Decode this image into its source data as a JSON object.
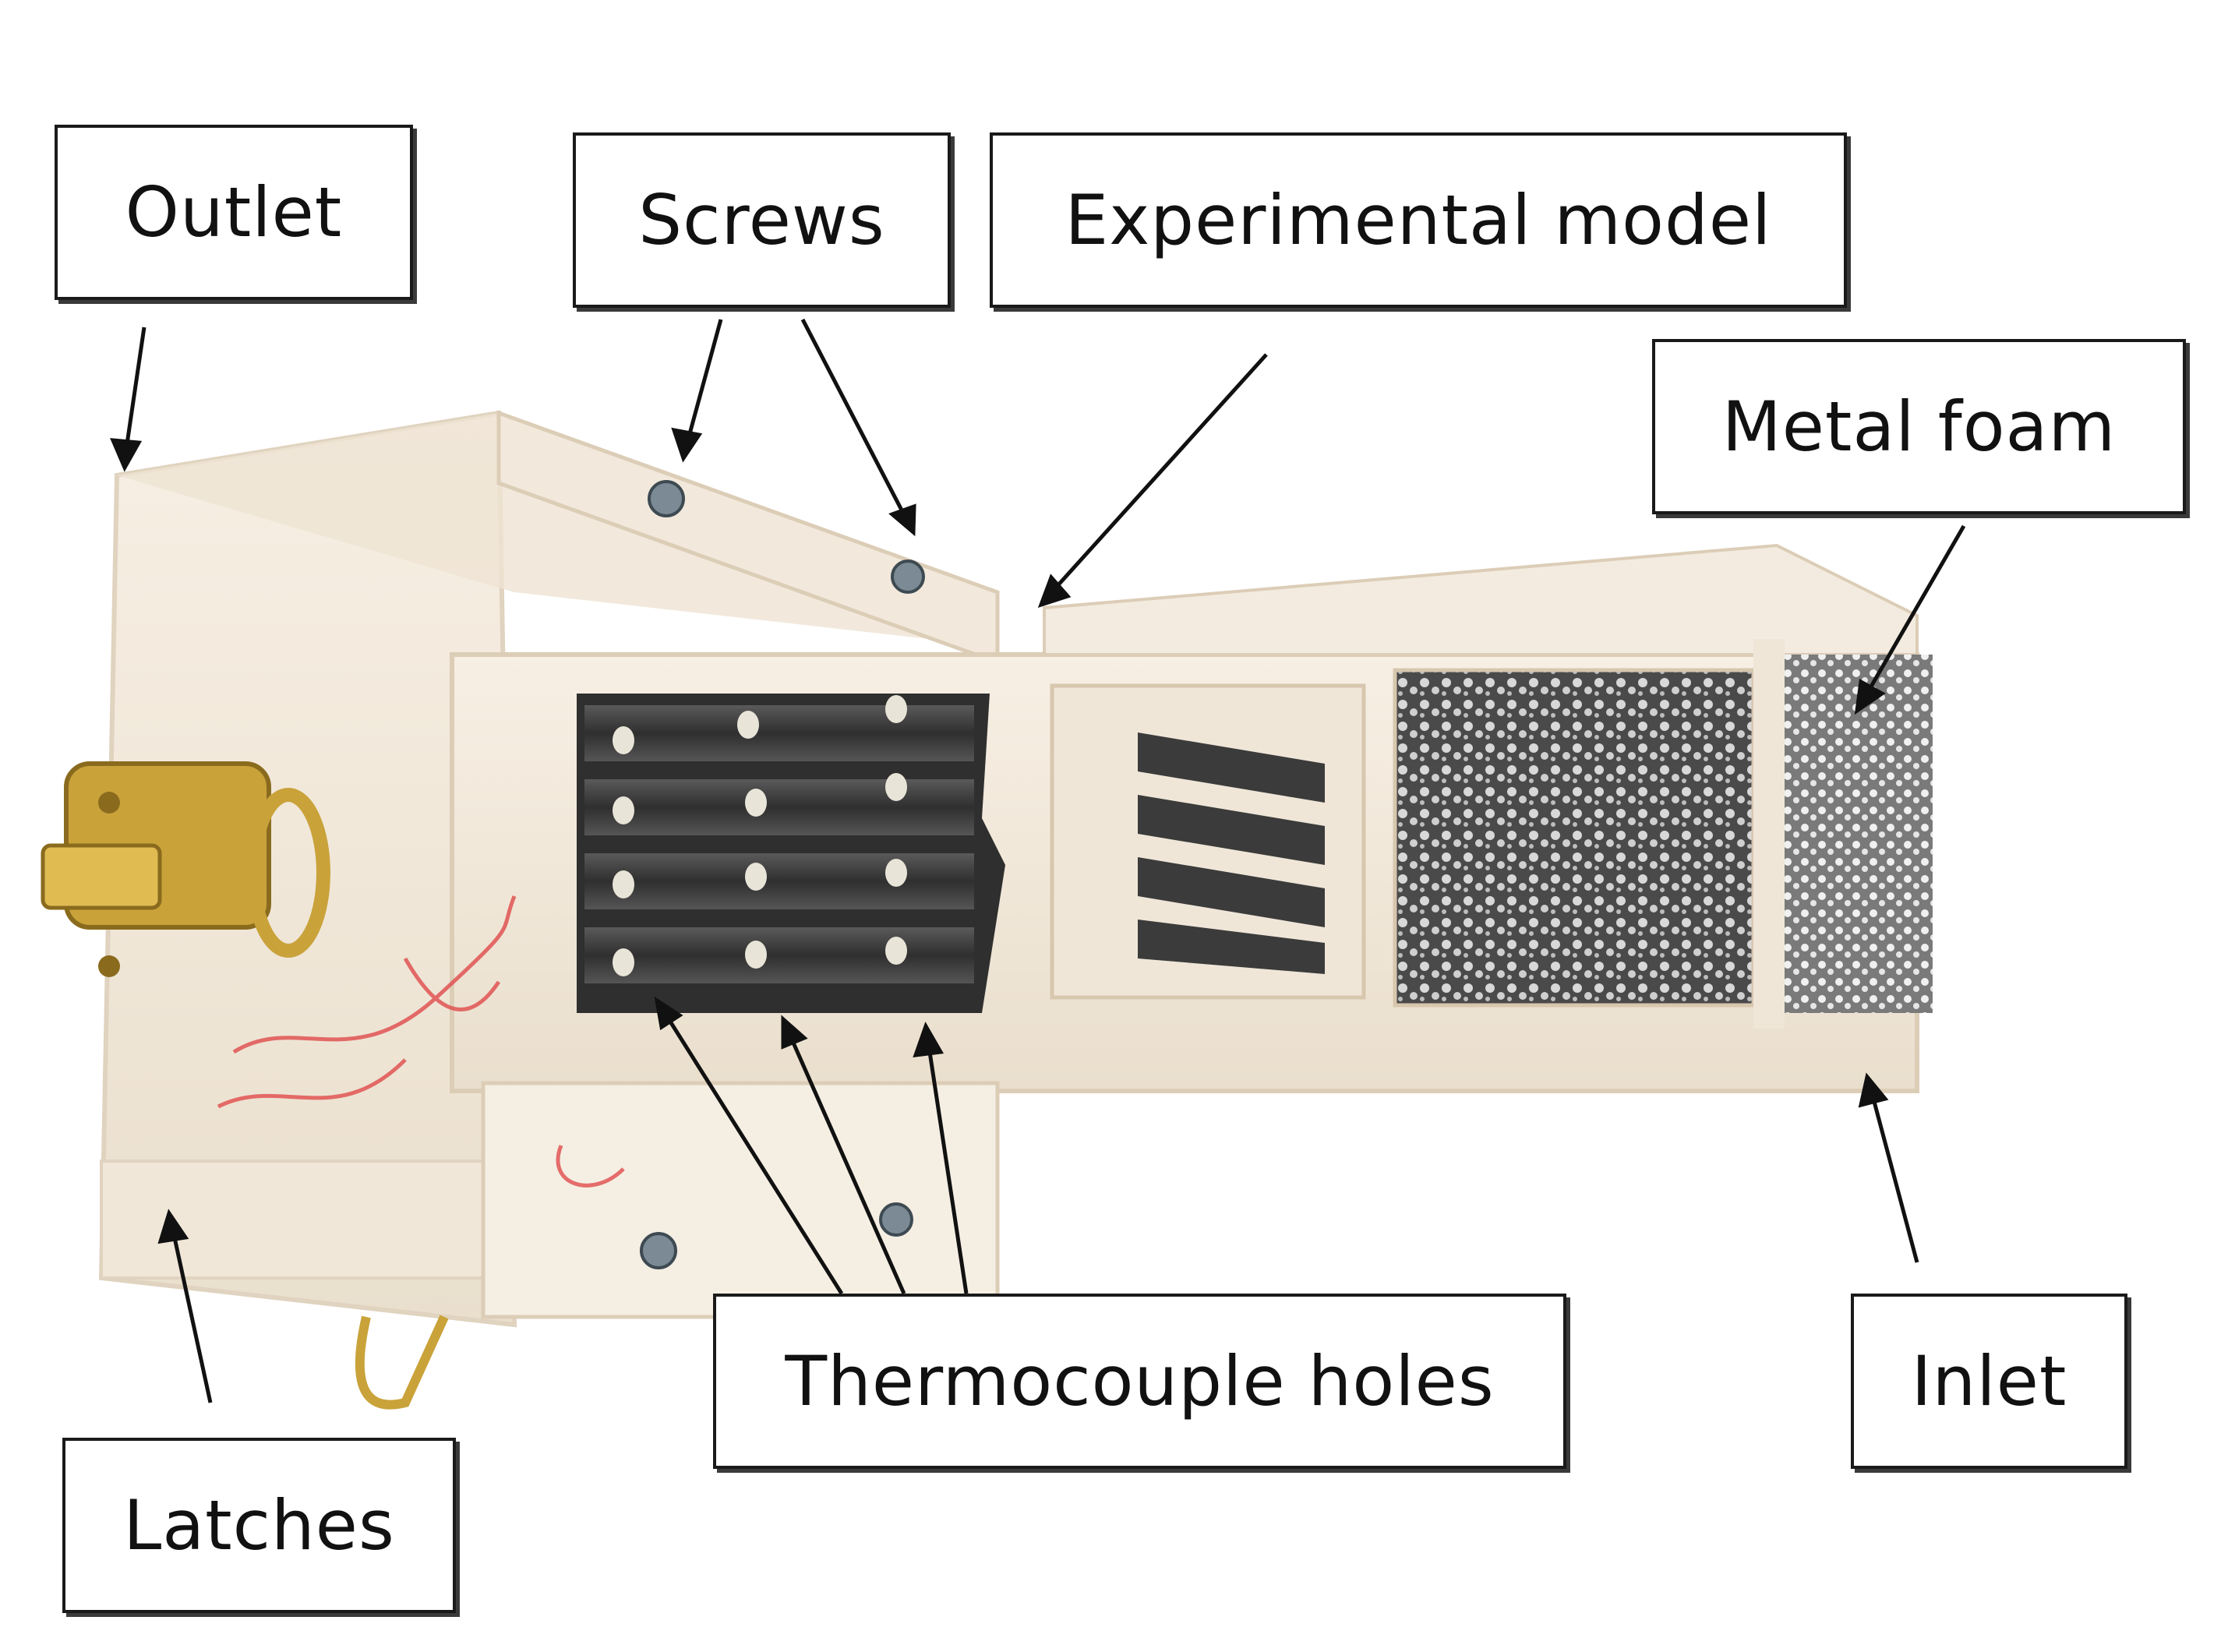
{
  "figure": {
    "labels": {
      "outlet": "Outlet",
      "screws": "Screws",
      "experimental_model": "Experimental model",
      "metal_foam": "Metal foam",
      "latches": "Latches",
      "thermocouple_holes": "Thermocouple holes",
      "inlet": "Inlet"
    }
  },
  "colors": {
    "acrylic": "#f3ebe0",
    "acrylic_edge": "#e2d6c4",
    "fin_dark": "#3d3d3d",
    "foam": "#5a5a5a",
    "latch_gold": "#c9a23a",
    "wire_red": "#e04b4b"
  }
}
